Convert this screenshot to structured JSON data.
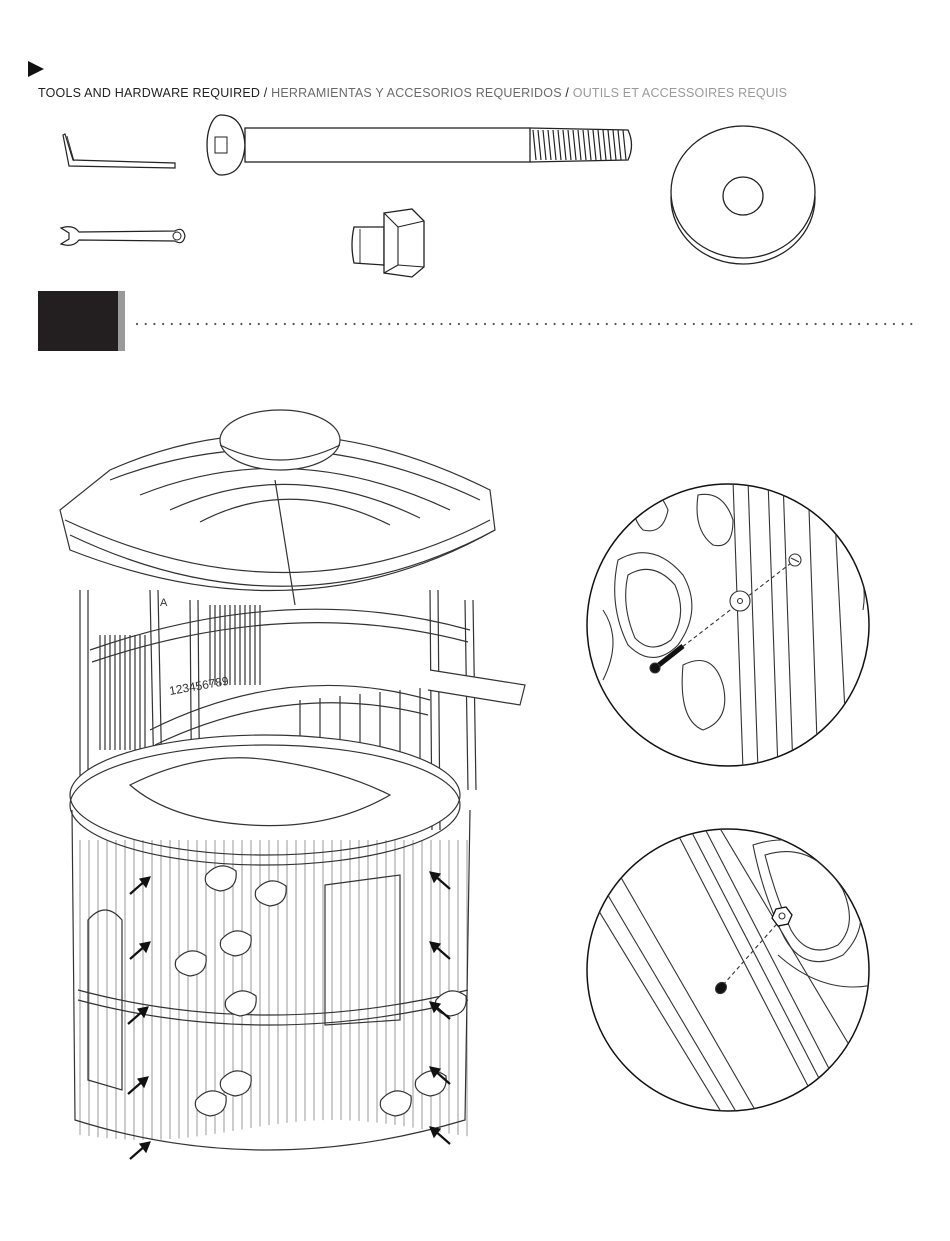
{
  "header": {
    "english": "TOOLS AND HARDWARE REQUIRED",
    "separator": " / ",
    "spanish": "HERRAMIENTAS Y ACCESORIOS REQUERIDOS",
    "french": "OUTILS ET ACCESSOIRES REQUIS"
  },
  "tools": {
    "items": [
      "hex-key",
      "long-bolt",
      "washer",
      "wrench",
      "lock-nut"
    ]
  },
  "step": {
    "number": ""
  },
  "illustration": {
    "panel_label": "123456789",
    "label_a": "A"
  },
  "colors": {
    "ink": "#231f20",
    "bar_gray": "#9a9a9a",
    "spanish_text": "#6a6a6a",
    "french_text": "#9a9a9a"
  }
}
